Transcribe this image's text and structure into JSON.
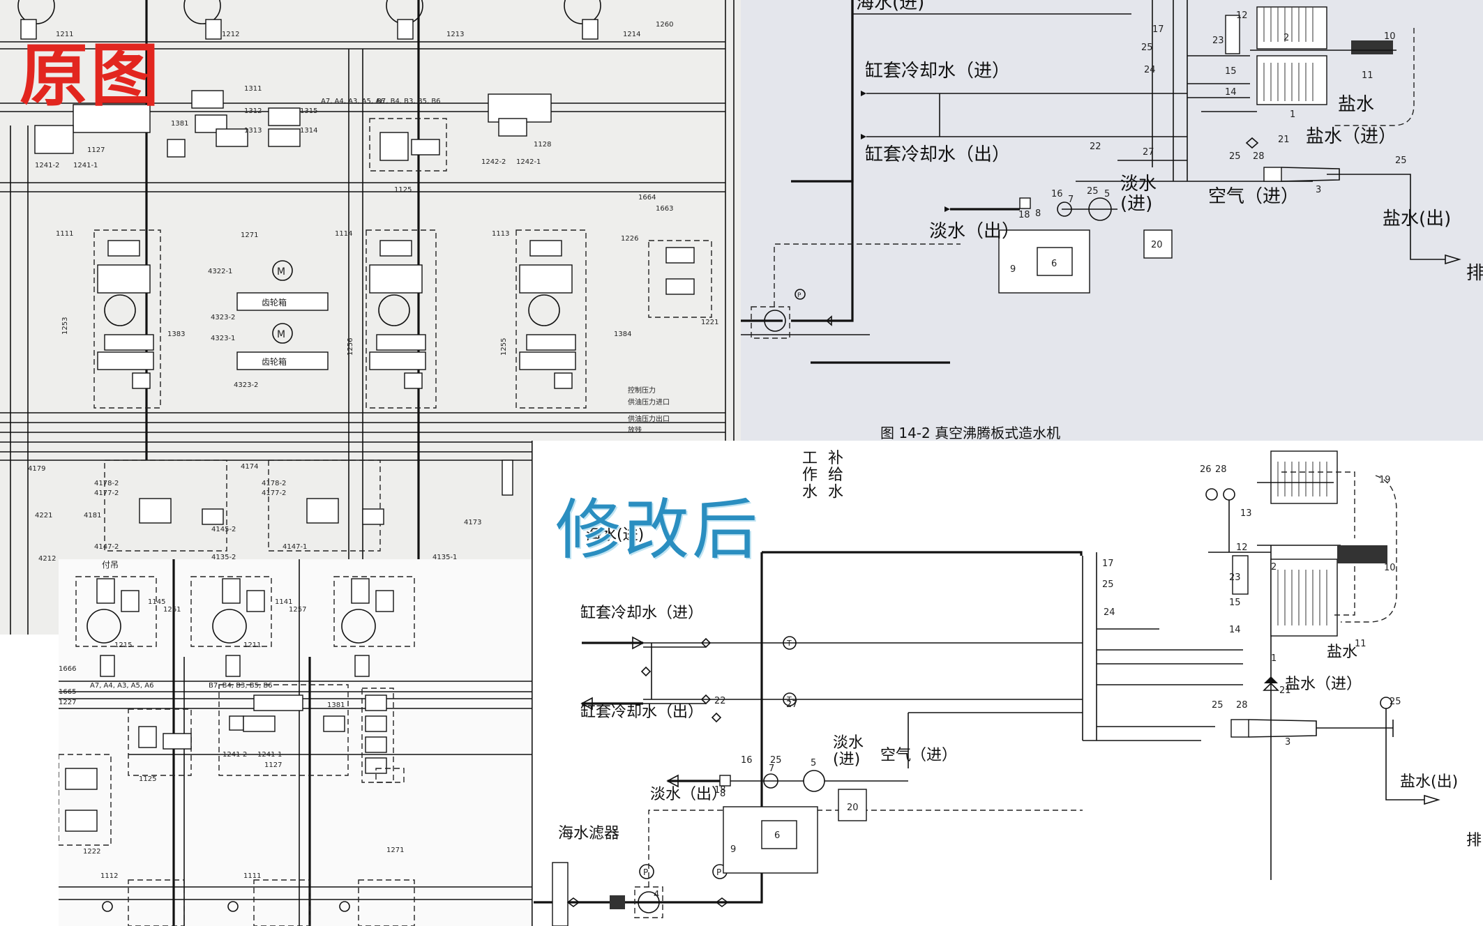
{
  "labels": {
    "original": "原图",
    "modified": "修改后"
  },
  "hydraulic_top": {
    "ids": [
      "1211",
      "1212",
      "1213",
      "1214",
      "1260",
      "1311",
      "1312",
      "1313",
      "1314",
      "1315",
      "1381",
      "1127",
      "1128",
      "1241-2",
      "1241-1",
      "1242-2",
      "1242-1",
      "1125",
      "1664",
      "1663",
      "1271",
      "1111",
      "1114",
      "1113",
      "1226",
      "4322-1",
      "4323-2",
      "4323-1",
      "1253",
      "1256",
      "1255",
      "1383",
      "1384",
      "1221"
    ],
    "buses": [
      "A7, A4, A3, A5, A6",
      "B7, B4, B3, B5, B6"
    ],
    "gearbox": "齿轮箱",
    "gearbox_ids": [
      "4323-2"
    ],
    "legend": [
      "控制压力",
      "供油压力进口",
      "供油压力出口",
      "放残"
    ],
    "lower_ids": [
      "4179",
      "4178-2",
      "4177-2",
      "4174",
      "4221",
      "4181",
      "4145-2",
      "4173",
      "4147-2",
      "4135-2",
      "4147-1",
      "4135-1",
      "4212"
    ]
  },
  "hydraulic_bottom": {
    "subtitle": "付吊",
    "ids": [
      "1145",
      "1141",
      "1261",
      "1257",
      "1215",
      "1211",
      "1666",
      "1665",
      "1227",
      "1222",
      "1125",
      "1241-2",
      "1241-1",
      "1127",
      "1381",
      "1112",
      "1111",
      "1271"
    ],
    "buses": [
      "A7, A4, A3, A5, A6",
      "B7, B4, B3, B5, B6"
    ]
  },
  "cooling_original": {
    "labels": {
      "sea_in": "海水(进)",
      "jacket_in": "缸套冷却水（进）",
      "jacket_out": "缸套冷却水（出）",
      "fresh_in": "淡水\n(进)",
      "fresh_out": "淡水（出）",
      "air_in": "空气（进）",
      "brine_in": "盐水（进）",
      "brine_out": "盐水(出)",
      "brine": "盐水",
      "discharge": "排",
      "caption": "图 14-2    真空沸腾板式造水机"
    },
    "numbers": [
      "17",
      "25",
      "24",
      "12",
      "2",
      "10",
      "23",
      "15",
      "14",
      "11",
      "1",
      "21",
      "22",
      "27",
      "28",
      "25",
      "3",
      "16",
      "18",
      "8",
      "25",
      "7",
      "5",
      "9",
      "6",
      "20",
      "25"
    ]
  },
  "cooling_modified": {
    "labels": {
      "working_water": "工\n作\n水",
      "makeup_water": "补\n给\n水",
      "sea_in": "海水(进)",
      "jacket_in": "缸套冷却水（进）",
      "jacket_out": "缸套冷却水（出）",
      "fresh_in": "淡水\n(进)",
      "fresh_out": "淡水（出）",
      "air_in": "空气（进）",
      "brine_in": "盐水（进）",
      "brine_out": "盐水(出)",
      "brine": "盐水",
      "sea_filter": "海水滤器",
      "discharge": "排"
    },
    "numbers": [
      "26",
      "28",
      "19",
      "13",
      "12",
      "2",
      "10",
      "17",
      "23",
      "25",
      "24",
      "15",
      "11",
      "14",
      "1",
      "21",
      "22",
      "27",
      "28",
      "25",
      "3",
      "16",
      "25",
      "7",
      "5",
      "18",
      "8",
      "9",
      "6",
      "20",
      "4",
      "25"
    ]
  },
  "colors": {
    "original_label": "#e2261f",
    "modified_label": "#2a8ec0",
    "scan_bg_left": "#eeeeec",
    "scan_bg_right": "#e4e6ec"
  },
  "icons": {
    "pump": "pump-icon",
    "valve": "valve-icon",
    "gauge_p": "pressure-gauge-icon",
    "gauge_t": "temperature-gauge-icon",
    "motor": "motor-icon"
  }
}
